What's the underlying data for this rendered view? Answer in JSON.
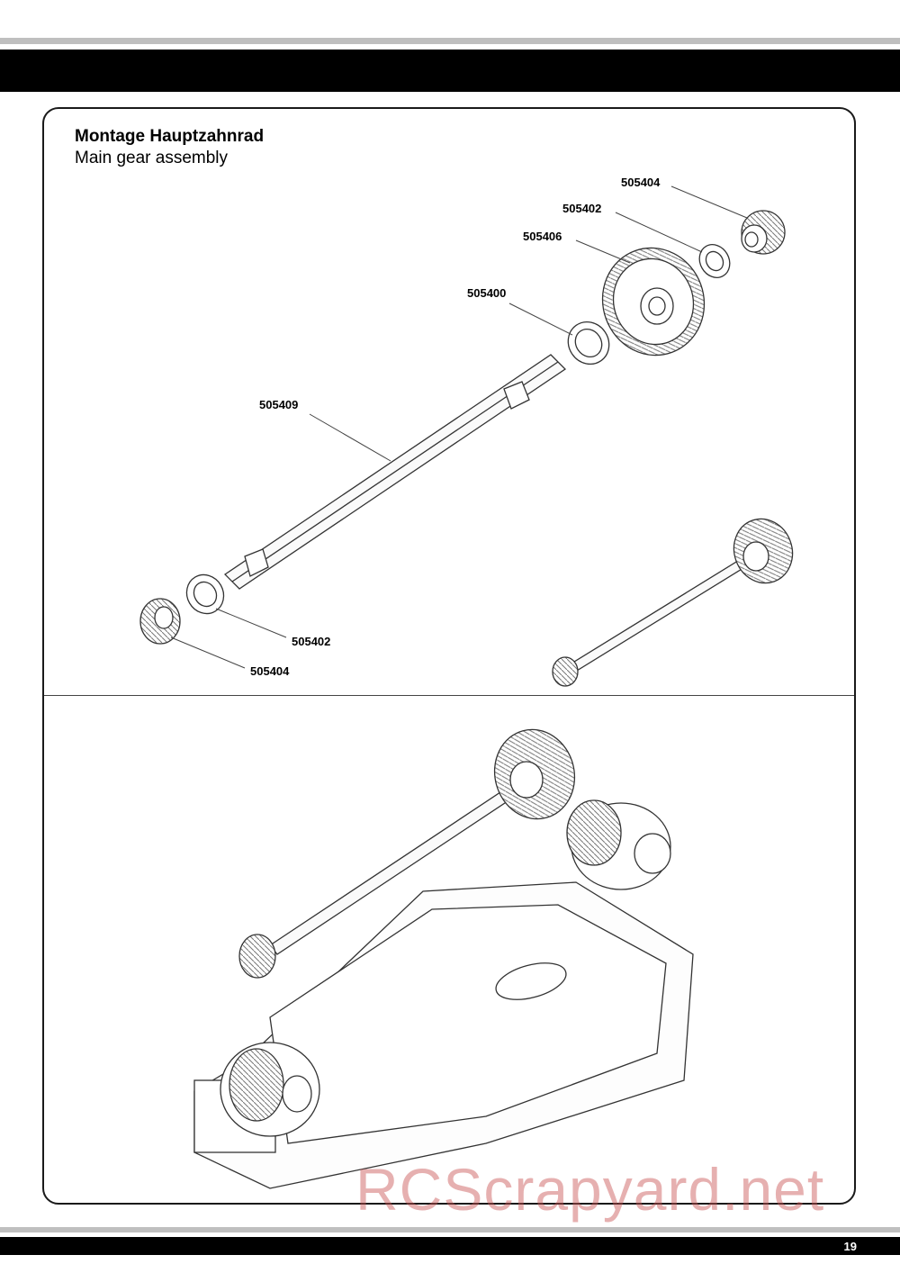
{
  "header": {},
  "section": {
    "title": "Montage Hauptzahnrad",
    "subtitle": "Main gear assembly"
  },
  "labels": {
    "p1": "505404",
    "p2": "505402",
    "p3": "505406",
    "p4": "505400",
    "p5": "505409",
    "p6": "505402",
    "p7": "505404"
  },
  "watermark": "RCScrapyard.net",
  "footer": {
    "page_number": "19"
  }
}
